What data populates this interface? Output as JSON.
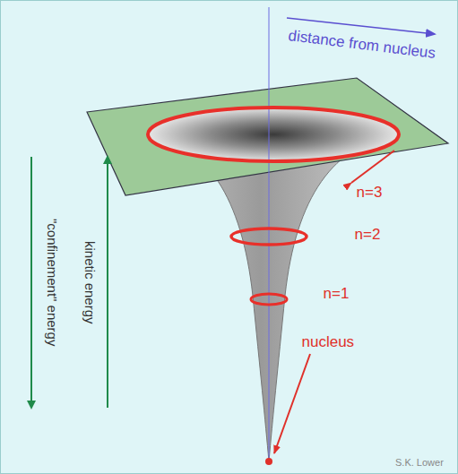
{
  "diagram": {
    "labels": [
      "distance from nucleus",
      "n=3",
      "n=2",
      "n=1",
      "\"confinement\" energy",
      "kinetic energy",
      "nucleus",
      "S.K. Lower"
    ]
  }
}
